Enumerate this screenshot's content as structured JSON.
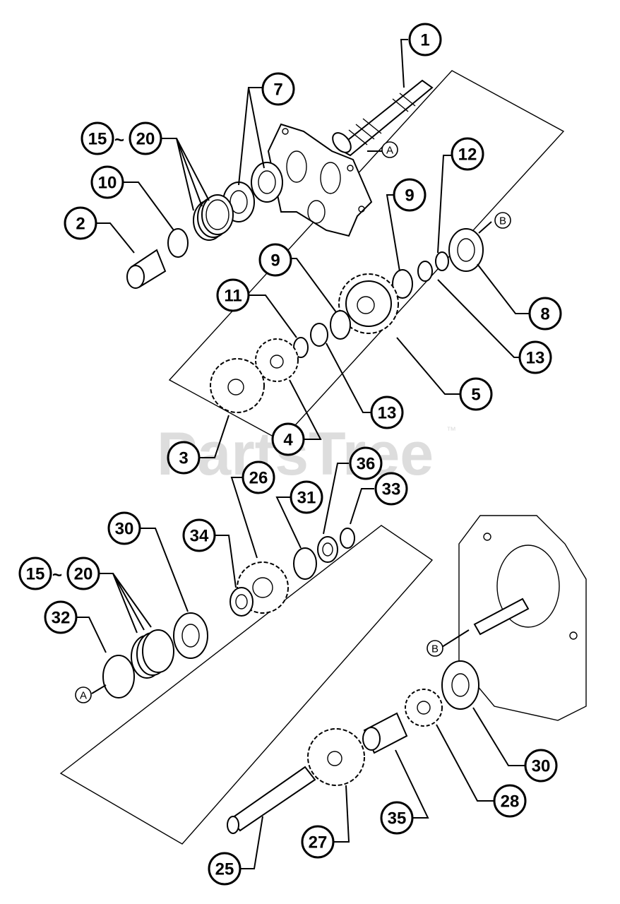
{
  "watermark": {
    "text": "PartsTree",
    "trademark": "™"
  },
  "reference_markers": {
    "a": "A",
    "b": "B"
  },
  "callouts": {
    "c1": "1",
    "c7": "7",
    "c15_20_top": "15",
    "c15_20_top_end": "20",
    "c10": "10",
    "c2": "2",
    "c12": "12",
    "c9a": "9",
    "c9b": "9",
    "c8": "8",
    "c11": "11",
    "c13a": "13",
    "c13b": "13",
    "c5": "5",
    "c4": "4",
    "c3": "3",
    "c26": "26",
    "c36": "36",
    "c33": "33",
    "c31": "31",
    "c30a": "30",
    "c34": "34",
    "c15_20_bot": "15",
    "c15_20_bot_end": "20",
    "c32": "32",
    "c30b": "30",
    "c28": "28",
    "c35": "35",
    "c27": "27",
    "c25": "25"
  },
  "range_separator": "~",
  "colors": {
    "line": "#000000",
    "watermark": "#d8d8d8",
    "fill": "#ffffff"
  }
}
